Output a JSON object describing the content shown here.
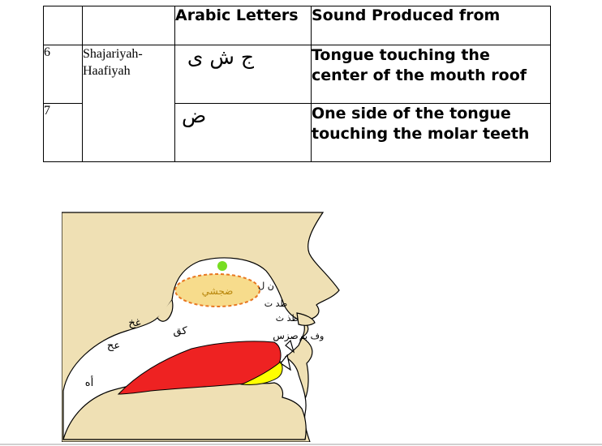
{
  "table": {
    "header": {
      "col3": "Arabic Letters",
      "col4": "Sound Produced from"
    },
    "rows": [
      {
        "num": "6",
        "group": "Shajariyah-Haafiyah",
        "letters": "ج ش ى",
        "sound": "Tongue touching the center of the mouth roof"
      },
      {
        "num": "7",
        "letters": "ض",
        "sound": "One side of the tongue touching the molar teeth"
      }
    ]
  },
  "figure": {
    "labels": {
      "center_oval": "ضجشي",
      "gh_kh": "غخ",
      "ain_ha": "عح",
      "hamza_ha": "أه",
      "kaf_qaf": "كق",
      "nun_lam": "ن ل",
      "ta_dal_ta": "طد ت",
      "za_dhal_tha": "ظذ ث",
      "sad_zay_sin": "صزس",
      "waw_fa_ba": "وف بم"
    },
    "colors": {
      "face": "#efe0b4",
      "mouth": "#ffffff",
      "tongue": "#ee2222",
      "tongue_side": "#ffff00",
      "oval": "#f7dc8c",
      "oval_border": "#e87722",
      "dot": "#77dd22"
    }
  }
}
